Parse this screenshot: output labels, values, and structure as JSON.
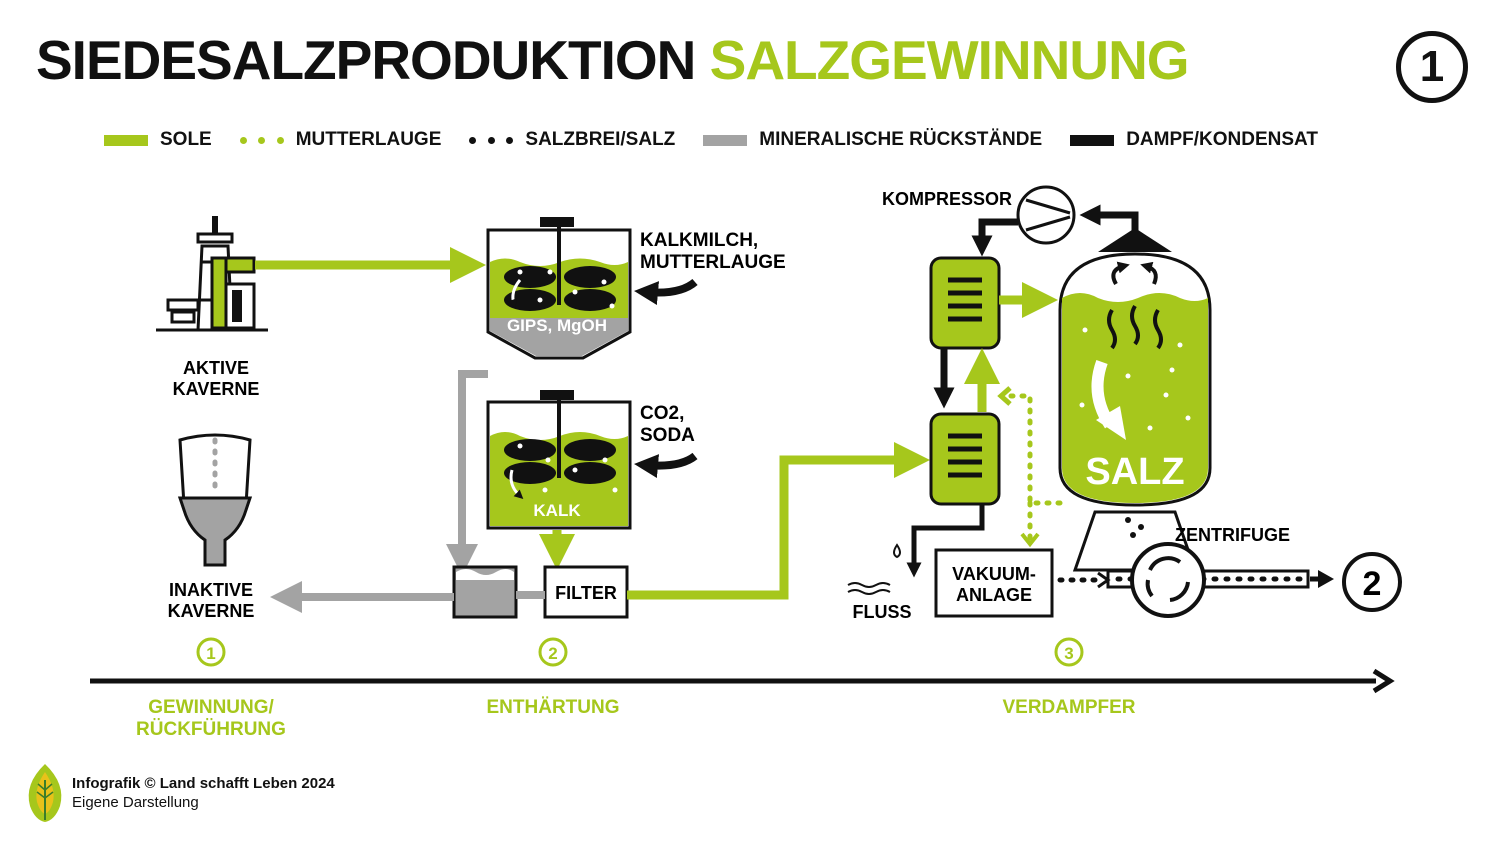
{
  "header": {
    "title_main": "SIEDESALZPRODUKTION",
    "title_accent": "SALZGEWINNUNG",
    "page_badge": "1"
  },
  "legend": {
    "sole": "SOLE",
    "mutterlauge": "MUTTERLAUGE",
    "salzbrei": "SALZBREI/SALZ",
    "rueckstaende": "MINERALISCHE RÜCKSTÄNDE",
    "dampf": "DAMPF/KONDENSAT"
  },
  "labels": {
    "aktive_kaverne_1": "AKTIVE",
    "aktive_kaverne_2": "KAVERNE",
    "inaktive_kaverne_1": "INAKTIVE",
    "inaktive_kaverne_2": "KAVERNE",
    "kalkmilch_1": "KALKMILCH,",
    "kalkmilch_2": "MUTTERLAUGE",
    "gips": "GIPS, MgOH",
    "co2_1": "CO2,",
    "co2_2": "SODA",
    "kalk": "KALK",
    "filter": "FILTER",
    "kompressor": "KOMPRESSOR",
    "salz": "SALZ",
    "zentrifuge": "ZENTRIFUGE",
    "vakuum_1": "VAKUUM-",
    "vakuum_2": "ANLAGE",
    "fluss": "FLUSS",
    "next_badge": "2"
  },
  "stages": {
    "s1_num": "1",
    "s1_label_1": "GEWINNUNG/",
    "s1_label_2": "RÜCKFÜHRUNG",
    "s2_num": "2",
    "s2_label": "ENTHÄRTUNG",
    "s3_num": "3",
    "s3_label": "VERDAMPFER"
  },
  "footer": {
    "line1": "Infografik © Land schafft Leben 2024",
    "line2": "Eigene Darstellung"
  },
  "colors": {
    "green": "#a6c71c",
    "gray": "#a3a3a3",
    "black": "#111111"
  }
}
